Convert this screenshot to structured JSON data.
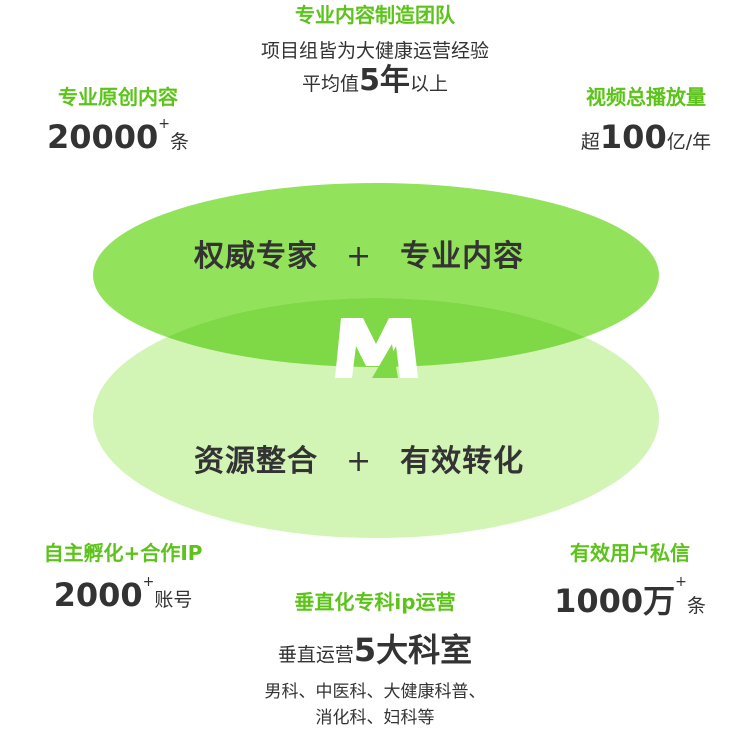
{
  "center_top": {
    "heading": "专业内容制造团队",
    "line1": "项目组皆为大健康运营经验",
    "line2_pre": "平均值",
    "line2_big": "5年",
    "line2_post": "以上"
  },
  "left_top": {
    "heading": "专业原创内容",
    "value": "20000",
    "sup": "+",
    "unit": "条"
  },
  "right_top": {
    "heading": "视频总播放量",
    "pre": "超",
    "value": "100",
    "unit": "亿/年"
  },
  "venn": {
    "top_left": "权威专家",
    "top_plus": "+",
    "top_right": "专业内容",
    "bottom_left": "资源整合",
    "bottom_plus": "+",
    "bottom_right": "有效转化",
    "colors": {
      "top": "#93e25c",
      "bottom": "#d2f4b5",
      "overlap": "#7fd846"
    },
    "logo_icon": "brand-m-logo-icon"
  },
  "left_bottom": {
    "heading": "自主孵化+合作IP",
    "value": "2000",
    "sup": "+",
    "unit": "账号"
  },
  "right_bottom": {
    "heading": "有效用户私信",
    "value": "1000万",
    "sup": "+",
    "unit": "条"
  },
  "center_bottom": {
    "heading": "垂直化专科ip运营",
    "line_pre": "垂直运营",
    "line_big": "5大科室",
    "list1": "男科、中医科、大健康科普、",
    "list2": "消化科、妇科等"
  },
  "accent_color": "#5cc31a"
}
